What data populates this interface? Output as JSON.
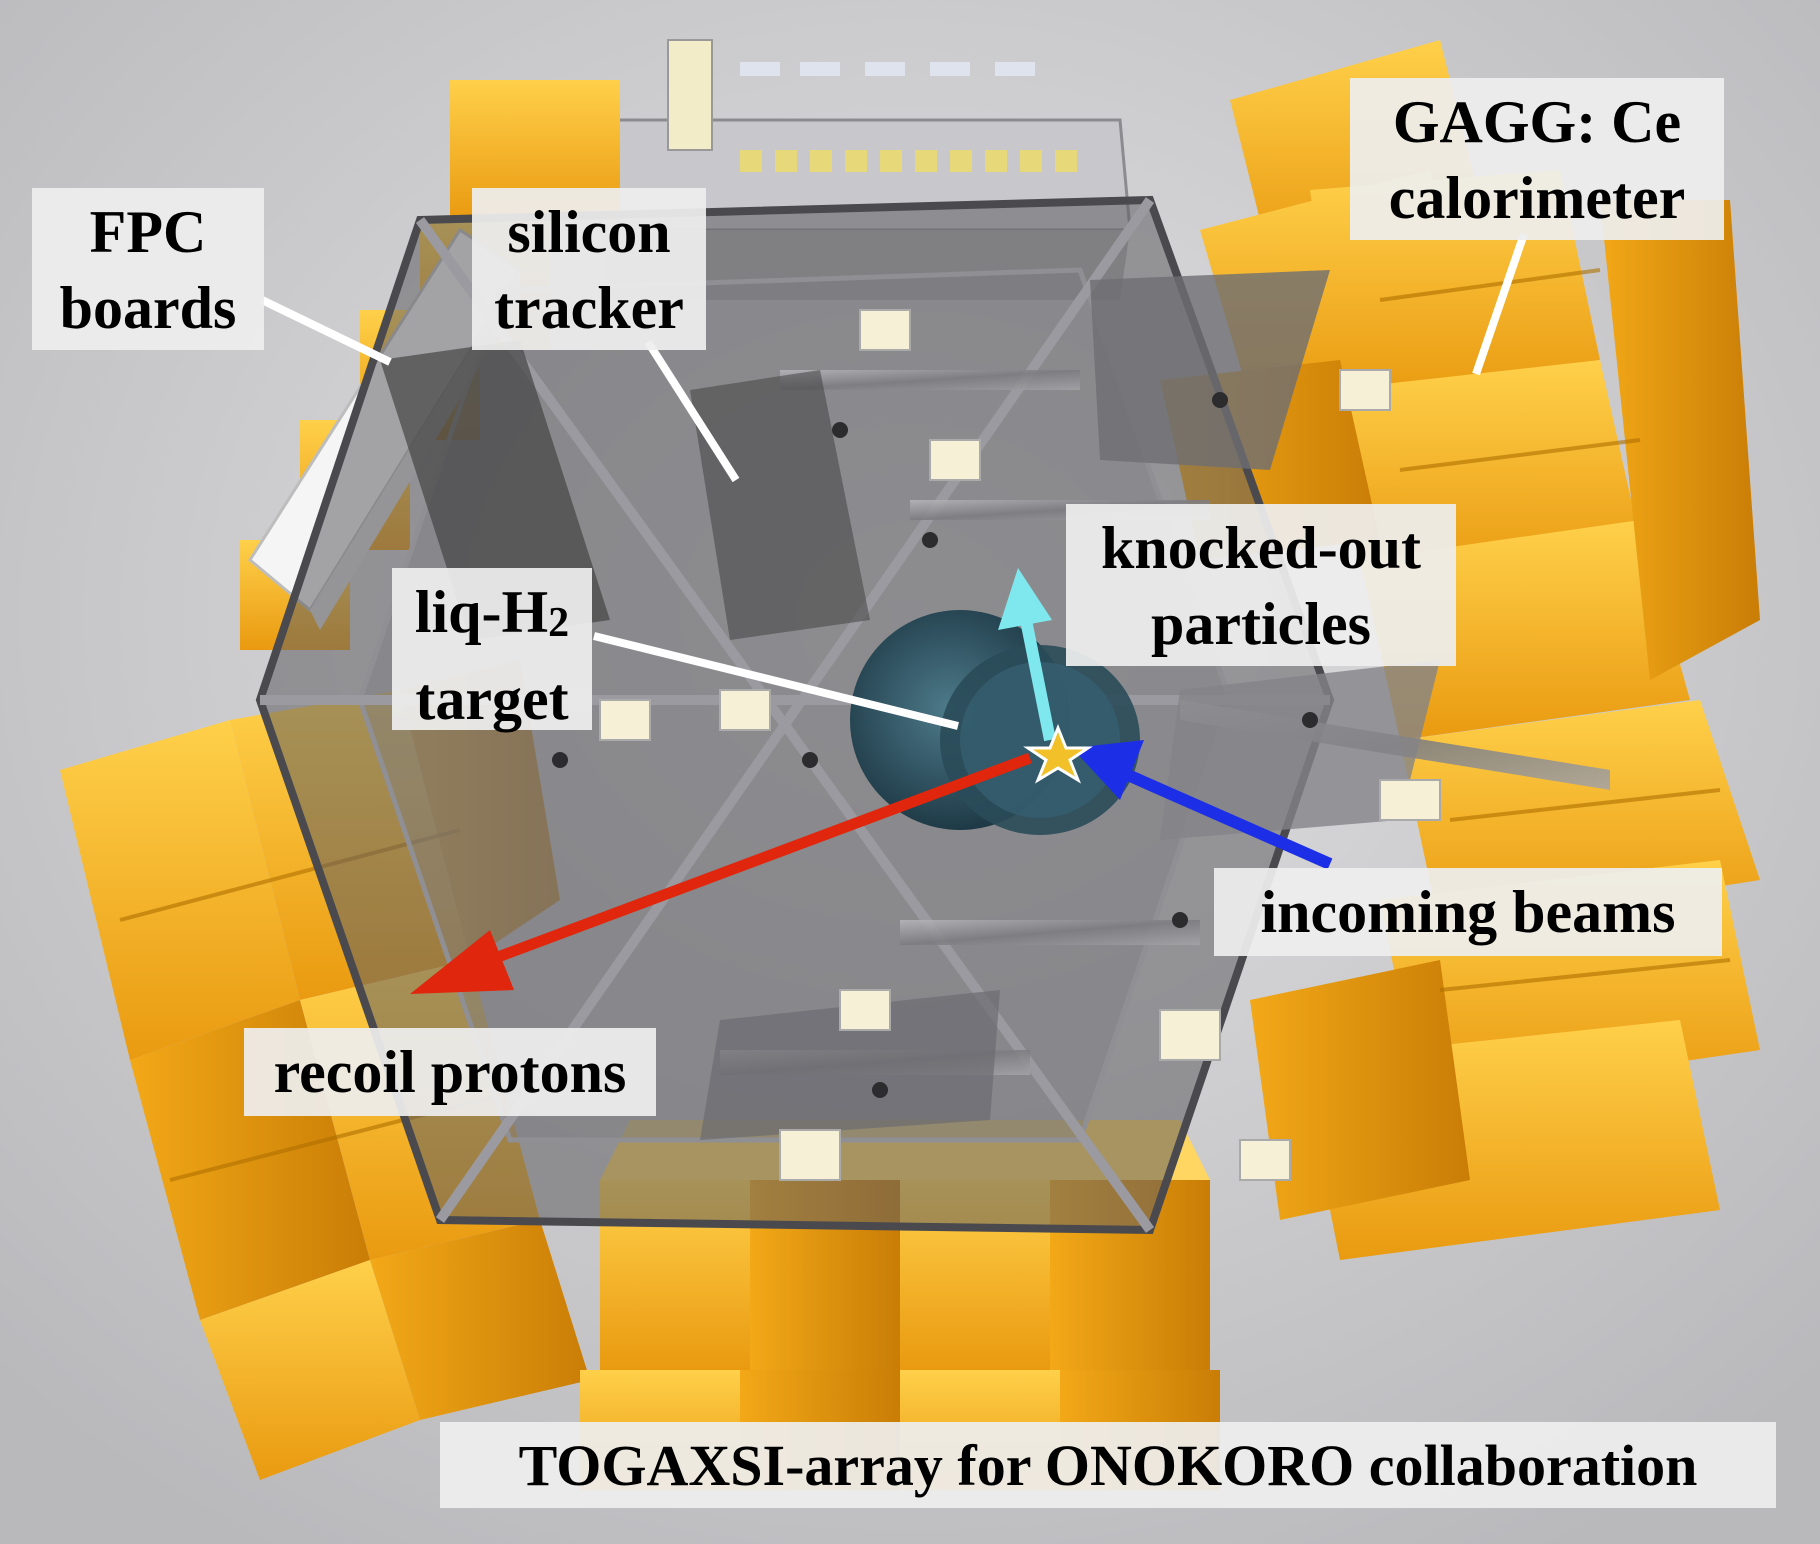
{
  "labels": {
    "fpc": [
      "FPC",
      "boards"
    ],
    "silicon": [
      "silicon",
      "tracker"
    ],
    "gagg": [
      "GAGG: Ce",
      "calorimeter"
    ],
    "knocked": [
      "knocked-out",
      "particles"
    ],
    "liq_prefix": "liq-H",
    "liq_sub": "2",
    "liq_line2": "target",
    "incoming": "incoming beams",
    "recoil": "recoil protons",
    "caption": "TOGAXSI-array for ONOKORO collaboration"
  },
  "colors": {
    "background": "#c9c9cb",
    "crystal": "#f5b41e",
    "crystal_dark": "#d98a08",
    "frame": "#8a8a8e",
    "recoil_arrow": "#e0260c",
    "beam_arrow": "#1d2fe6",
    "knocked_arrow": "#7ee8ee",
    "target": "#2f5566",
    "vertex": "#f2c12a"
  }
}
